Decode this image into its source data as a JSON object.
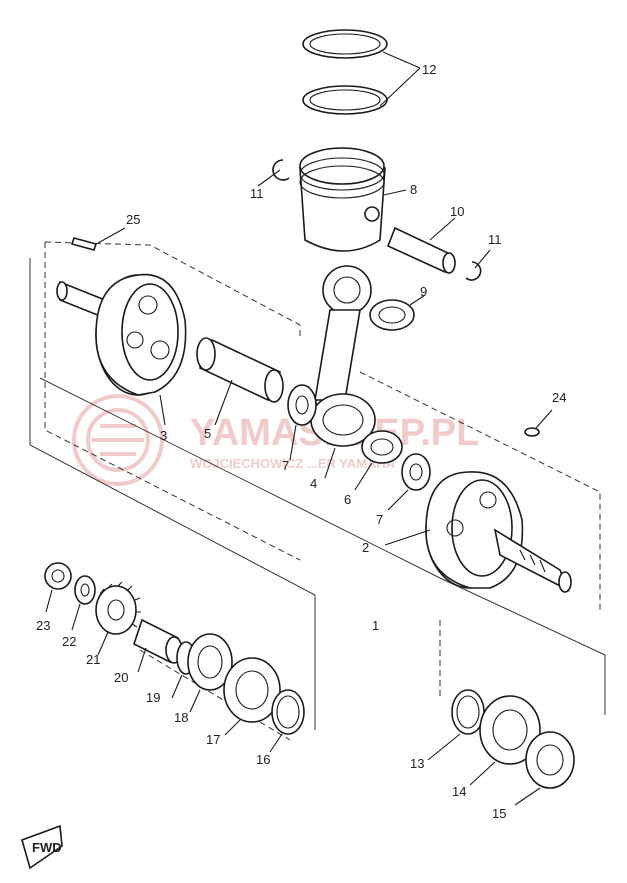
{
  "watermark": {
    "title": "YAMASKLEP.PL",
    "subtitle": "WOJCIECHOWICZ ...ER YAMAHA",
    "color": "#e8a0a0"
  },
  "fwd_label": "FWD",
  "callouts": [
    {
      "id": "c1",
      "text": "1"
    },
    {
      "id": "c2",
      "text": "2"
    },
    {
      "id": "c3",
      "text": "3"
    },
    {
      "id": "c4",
      "text": "4"
    },
    {
      "id": "c5",
      "text": "5"
    },
    {
      "id": "c6",
      "text": "6"
    },
    {
      "id": "c7a",
      "text": "7"
    },
    {
      "id": "c7b",
      "text": "7"
    },
    {
      "id": "c8",
      "text": "8"
    },
    {
      "id": "c9",
      "text": "9"
    },
    {
      "id": "c10",
      "text": "10"
    },
    {
      "id": "c11a",
      "text": "11"
    },
    {
      "id": "c11b",
      "text": "11"
    },
    {
      "id": "c12",
      "text": "12"
    },
    {
      "id": "c13",
      "text": "13"
    },
    {
      "id": "c14",
      "text": "14"
    },
    {
      "id": "c15",
      "text": "15"
    },
    {
      "id": "c16",
      "text": "16"
    },
    {
      "id": "c17",
      "text": "17"
    },
    {
      "id": "c18",
      "text": "18"
    },
    {
      "id": "c19",
      "text": "19"
    },
    {
      "id": "c20",
      "text": "20"
    },
    {
      "id": "c21",
      "text": "21"
    },
    {
      "id": "c22",
      "text": "22"
    },
    {
      "id": "c23",
      "text": "23"
    },
    {
      "id": "c24",
      "text": "24"
    },
    {
      "id": "c25",
      "text": "25"
    }
  ]
}
